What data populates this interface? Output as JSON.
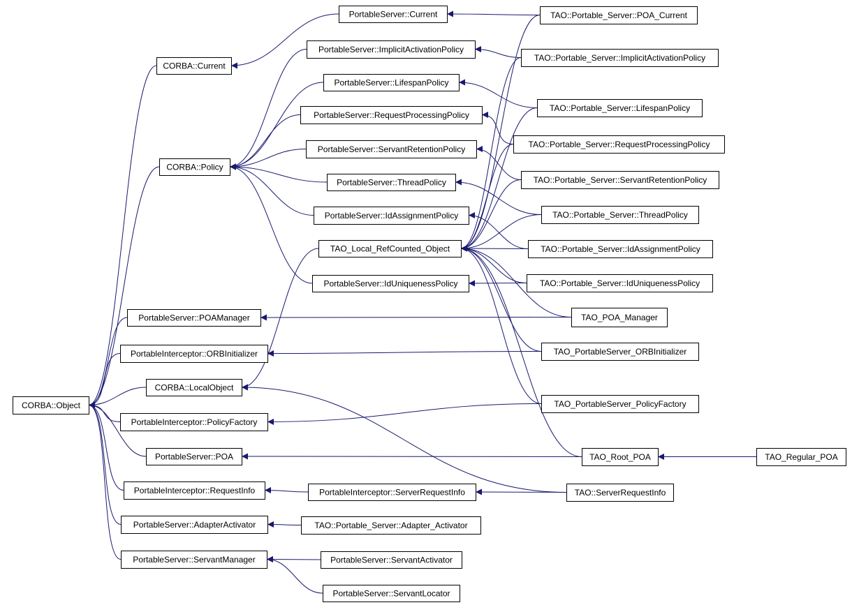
{
  "diagram": {
    "type": "class-inheritance-graph",
    "colors": {
      "edge": "#191970",
      "node_border": "#000000",
      "node_fill": "#ffffff"
    },
    "nodes": [
      {
        "id": "corba-object",
        "label": "CORBA::Object"
      },
      {
        "id": "corba-current",
        "label": "CORBA::Current"
      },
      {
        "id": "corba-policy",
        "label": "CORBA::Policy"
      },
      {
        "id": "ps-poamanager",
        "label": "PortableServer::POAManager"
      },
      {
        "id": "pi-orbinitializer",
        "label": "PortableInterceptor::ORBInitializer"
      },
      {
        "id": "corba-localobject",
        "label": "CORBA::LocalObject"
      },
      {
        "id": "pi-policyfactory",
        "label": "PortableInterceptor::PolicyFactory"
      },
      {
        "id": "ps-poa",
        "label": "PortableServer::POA"
      },
      {
        "id": "pi-requestinfo",
        "label": "PortableInterceptor::RequestInfo"
      },
      {
        "id": "ps-adapteractivator",
        "label": "PortableServer::AdapterActivator"
      },
      {
        "id": "ps-servantmanager",
        "label": "PortableServer::ServantManager"
      },
      {
        "id": "ps-current",
        "label": "PortableServer::Current"
      },
      {
        "id": "ps-implicitactivationpolicy",
        "label": "PortableServer::ImplicitActivationPolicy"
      },
      {
        "id": "ps-lifespanpolicy",
        "label": "PortableServer::LifespanPolicy"
      },
      {
        "id": "ps-requestprocessingpolicy",
        "label": "PortableServer::RequestProcessingPolicy"
      },
      {
        "id": "ps-servantretentionpolicy",
        "label": "PortableServer::ServantRetentionPolicy"
      },
      {
        "id": "ps-threadpolicy",
        "label": "PortableServer::ThreadPolicy"
      },
      {
        "id": "ps-idassignmentpolicy",
        "label": "PortableServer::IdAssignmentPolicy"
      },
      {
        "id": "tao-local-refcounted-object",
        "label": "TAO_Local_RefCounted_Object"
      },
      {
        "id": "ps-iduniquenesspolicy",
        "label": "PortableServer::IdUniquenessPolicy"
      },
      {
        "id": "pi-serverrequestinfo",
        "label": "PortableInterceptor::ServerRequestInfo"
      },
      {
        "id": "tao-ps-adapter-activator",
        "label": "TAO::Portable_Server::Adapter_Activator"
      },
      {
        "id": "ps-servantactivator",
        "label": "PortableServer::ServantActivator"
      },
      {
        "id": "ps-servantlocator",
        "label": "PortableServer::ServantLocator"
      },
      {
        "id": "tao-ps-poa-current",
        "label": "TAO::Portable_Server::POA_Current"
      },
      {
        "id": "tao-ps-implicitactivationpolicy",
        "label": "TAO::Portable_Server::ImplicitActivationPolicy"
      },
      {
        "id": "tao-ps-lifespanpolicy",
        "label": "TAO::Portable_Server::LifespanPolicy"
      },
      {
        "id": "tao-ps-requestprocessingpolicy",
        "label": "TAO::Portable_Server::RequestProcessingPolicy"
      },
      {
        "id": "tao-ps-servantretentionpolicy",
        "label": "TAO::Portable_Server::ServantRetentionPolicy"
      },
      {
        "id": "tao-ps-threadpolicy",
        "label": "TAO::Portable_Server::ThreadPolicy"
      },
      {
        "id": "tao-ps-idassignmentpolicy",
        "label": "TAO::Portable_Server::IdAssignmentPolicy"
      },
      {
        "id": "tao-ps-iduniquenesspolicy",
        "label": "TAO::Portable_Server::IdUniquenessPolicy"
      },
      {
        "id": "tao-poa-manager",
        "label": "TAO_POA_Manager"
      },
      {
        "id": "tao-ps-orbinitializer",
        "label": "TAO_PortableServer_ORBInitializer"
      },
      {
        "id": "tao-ps-policyfactory",
        "label": "TAO_PortableServer_PolicyFactory"
      },
      {
        "id": "tao-root-poa",
        "label": "TAO_Root_POA"
      },
      {
        "id": "tao-serverrequestinfo",
        "label": "TAO::ServerRequestInfo"
      },
      {
        "id": "tao-regular-poa",
        "label": "TAO_Regular_POA"
      }
    ],
    "edges": [
      {
        "from": "corba-current",
        "to": "corba-object"
      },
      {
        "from": "corba-policy",
        "to": "corba-object"
      },
      {
        "from": "ps-poamanager",
        "to": "corba-object"
      },
      {
        "from": "pi-orbinitializer",
        "to": "corba-object"
      },
      {
        "from": "corba-localobject",
        "to": "corba-object"
      },
      {
        "from": "pi-policyfactory",
        "to": "corba-object"
      },
      {
        "from": "ps-poa",
        "to": "corba-object"
      },
      {
        "from": "pi-requestinfo",
        "to": "corba-object"
      },
      {
        "from": "ps-adapteractivator",
        "to": "corba-object"
      },
      {
        "from": "ps-servantmanager",
        "to": "corba-object"
      },
      {
        "from": "ps-current",
        "to": "corba-current"
      },
      {
        "from": "ps-implicitactivationpolicy",
        "to": "corba-policy"
      },
      {
        "from": "ps-lifespanpolicy",
        "to": "corba-policy"
      },
      {
        "from": "ps-requestprocessingpolicy",
        "to": "corba-policy"
      },
      {
        "from": "ps-servantretentionpolicy",
        "to": "corba-policy"
      },
      {
        "from": "ps-threadpolicy",
        "to": "corba-policy"
      },
      {
        "from": "ps-idassignmentpolicy",
        "to": "corba-policy"
      },
      {
        "from": "ps-iduniquenesspolicy",
        "to": "corba-policy"
      },
      {
        "from": "tao-local-refcounted-object",
        "to": "corba-localobject"
      },
      {
        "from": "pi-serverrequestinfo",
        "to": "pi-requestinfo"
      },
      {
        "from": "tao-ps-adapter-activator",
        "to": "ps-adapteractivator"
      },
      {
        "from": "ps-servantactivator",
        "to": "ps-servantmanager"
      },
      {
        "from": "ps-servantlocator",
        "to": "ps-servantmanager"
      },
      {
        "from": "tao-ps-poa-current",
        "to": "ps-current"
      },
      {
        "from": "tao-ps-implicitactivationpolicy",
        "to": "ps-implicitactivationpolicy"
      },
      {
        "from": "tao-ps-lifespanpolicy",
        "to": "ps-lifespanpolicy"
      },
      {
        "from": "tao-ps-requestprocessingpolicy",
        "to": "ps-requestprocessingpolicy"
      },
      {
        "from": "tao-ps-servantretentionpolicy",
        "to": "ps-servantretentionpolicy"
      },
      {
        "from": "tao-ps-threadpolicy",
        "to": "ps-threadpolicy"
      },
      {
        "from": "tao-ps-idassignmentpolicy",
        "to": "ps-idassignmentpolicy"
      },
      {
        "from": "tao-ps-iduniquenesspolicy",
        "to": "ps-iduniquenesspolicy"
      },
      {
        "from": "tao-poa-manager",
        "to": "ps-poamanager"
      },
      {
        "from": "tao-ps-orbinitializer",
        "to": "pi-orbinitializer"
      },
      {
        "from": "tao-ps-policyfactory",
        "to": "pi-policyfactory"
      },
      {
        "from": "tao-root-poa",
        "to": "ps-poa"
      },
      {
        "from": "tao-serverrequestinfo",
        "to": "pi-serverrequestinfo"
      },
      {
        "from": "tao-serverrequestinfo",
        "to": "corba-localobject"
      },
      {
        "from": "tao-regular-poa",
        "to": "tao-root-poa"
      },
      {
        "from": "tao-ps-poa-current",
        "to": "tao-local-refcounted-object"
      },
      {
        "from": "tao-ps-implicitactivationpolicy",
        "to": "tao-local-refcounted-object"
      },
      {
        "from": "tao-ps-lifespanpolicy",
        "to": "tao-local-refcounted-object"
      },
      {
        "from": "tao-ps-requestprocessingpolicy",
        "to": "tao-local-refcounted-object"
      },
      {
        "from": "tao-ps-servantretentionpolicy",
        "to": "tao-local-refcounted-object"
      },
      {
        "from": "tao-ps-threadpolicy",
        "to": "tao-local-refcounted-object"
      },
      {
        "from": "tao-ps-idassignmentpolicy",
        "to": "tao-local-refcounted-object"
      },
      {
        "from": "tao-ps-iduniquenesspolicy",
        "to": "tao-local-refcounted-object"
      },
      {
        "from": "tao-poa-manager",
        "to": "tao-local-refcounted-object"
      },
      {
        "from": "tao-ps-orbinitializer",
        "to": "tao-local-refcounted-object"
      },
      {
        "from": "tao-ps-policyfactory",
        "to": "tao-local-refcounted-object"
      },
      {
        "from": "tao-root-poa",
        "to": "tao-local-refcounted-object"
      }
    ]
  }
}
